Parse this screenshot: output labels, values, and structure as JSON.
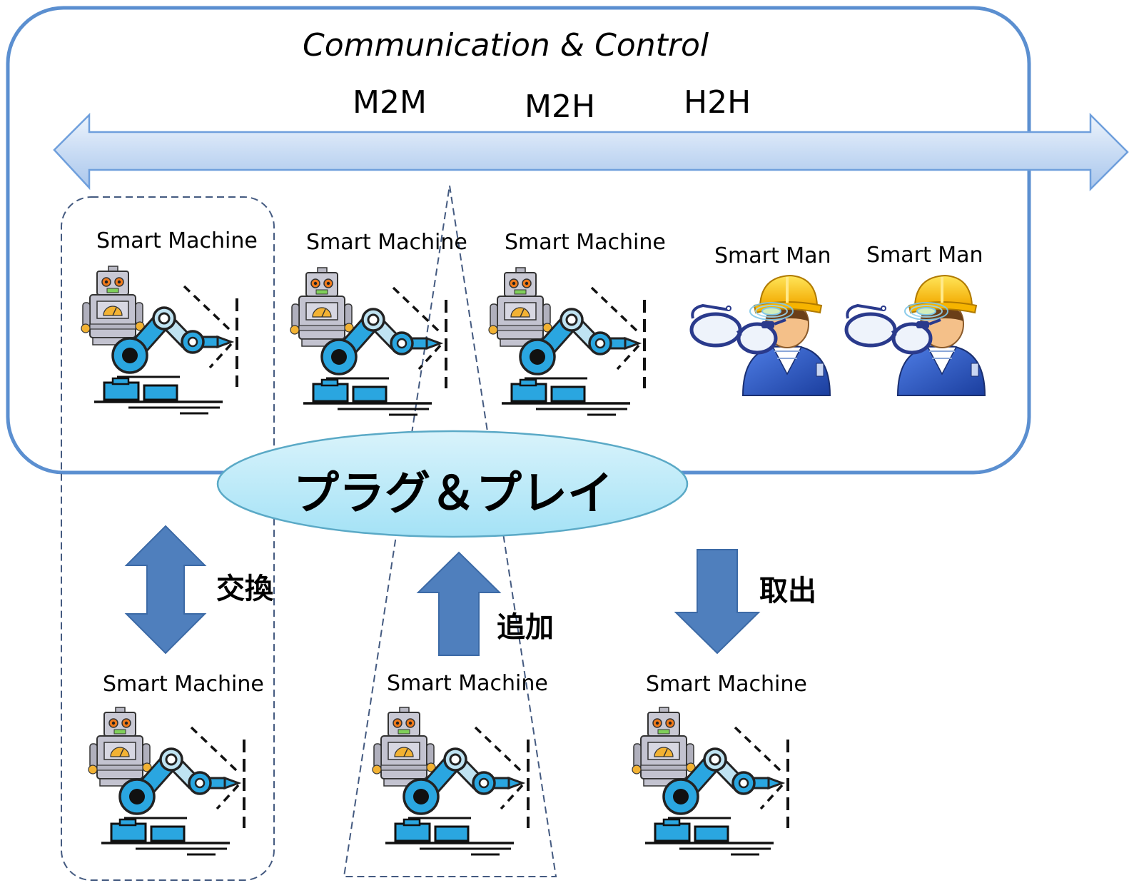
{
  "diagram": {
    "title": "Communication & Control",
    "protocols": [
      "M2M",
      "M2H",
      "H2H"
    ],
    "machine_label": "Smart Machine",
    "man_label": "Smart Man",
    "plug_and_play": "プラグ＆プレイ",
    "actions": {
      "exchange": "交換",
      "add": "追加",
      "remove": "取出"
    },
    "colors": {
      "frame": "#5b8fd0",
      "arrow": "#4f7fbd",
      "ellipse_fill": "#aee4f6",
      "machine_blue": "#2aa6e0"
    }
  }
}
